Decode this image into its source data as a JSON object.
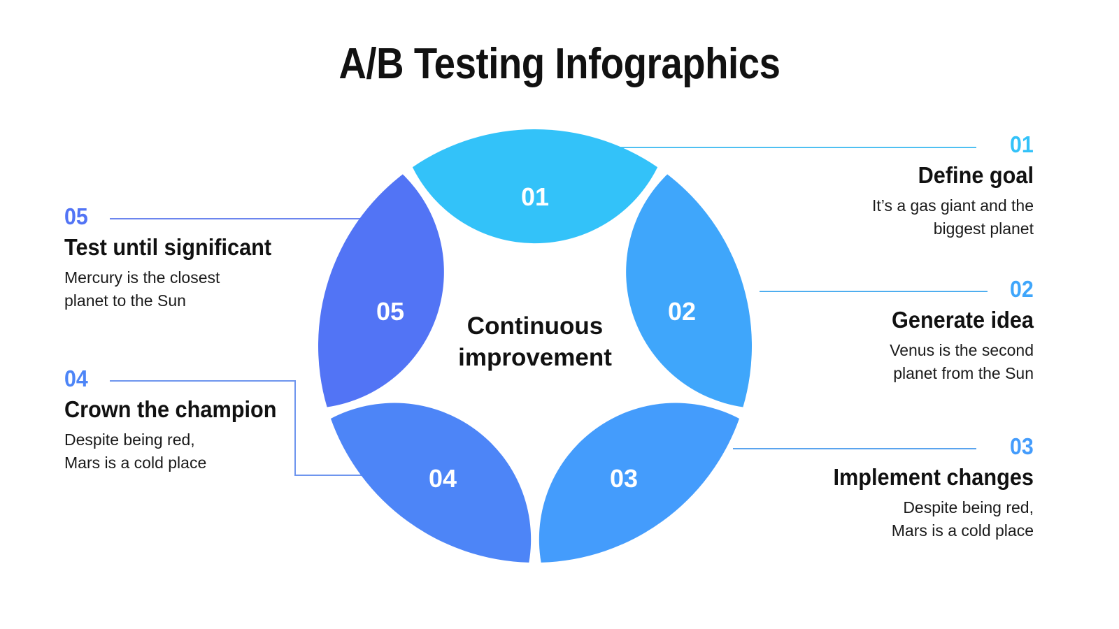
{
  "title": "A/B Testing Infographics",
  "center": {
    "line1": "Continuous",
    "line2": "improvement"
  },
  "colors": {
    "accent_01": "#33C2F9",
    "accent_02": "#3FA6FB",
    "accent_03": "#449CFC",
    "accent_04": "#4D85F7",
    "accent_05": "#5274F5",
    "title_color": "#111111",
    "body_color": "#1a1a1a",
    "background": "#ffffff"
  },
  "items": [
    {
      "number": "01",
      "title": "Define goal",
      "desc": "It’s a gas giant and the\nbiggest planet",
      "color": "#33C2F9",
      "side": "right"
    },
    {
      "number": "02",
      "title": "Generate idea",
      "desc": "Venus is the second\nplanet from the Sun",
      "color": "#3FA6FB",
      "side": "right"
    },
    {
      "number": "03",
      "title": "Implement changes",
      "desc": "Despite being red,\nMars is a cold place",
      "color": "#449CFC",
      "side": "right"
    },
    {
      "number": "04",
      "title": "Crown the champion",
      "desc": "Despite being red,\nMars is a cold place",
      "color": "#4D85F7",
      "side": "left"
    },
    {
      "number": "05",
      "title": "Test until significant",
      "desc": "Mercury is the closest\nplanet to the Sun",
      "color": "#5274F5",
      "side": "left"
    }
  ],
  "wheel": {
    "segments": [
      {
        "number": "01",
        "color": "#33C2F9"
      },
      {
        "number": "02",
        "color": "#3FA6FB"
      },
      {
        "number": "03",
        "color": "#449CFC"
      },
      {
        "number": "04",
        "color": "#4D85F7"
      },
      {
        "number": "05",
        "color": "#5274F5"
      }
    ]
  }
}
